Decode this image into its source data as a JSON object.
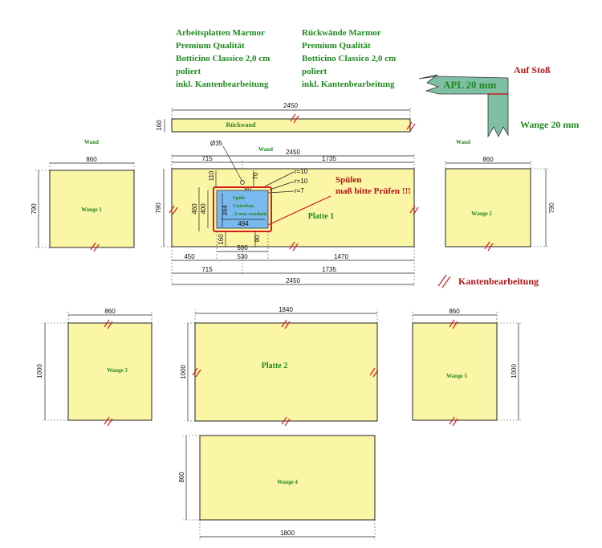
{
  "notes": {
    "arbeitsplatten": [
      "Arbeitsplatten Marmor",
      "Premium Qualität",
      "Botticino Classico 2,0 cm",
      "poliert",
      "inkl. Kantenbearbeitung"
    ],
    "rueckwaende": [
      "Rückwände Marmor",
      "Premium Qualität",
      "Botticino Classico 2,0 cm",
      "poliert",
      "inkl. Kantenbearbeitung"
    ]
  },
  "legend": {
    "auf_stoss": "Auf Stoß",
    "apl": "APL 20 mm",
    "wange": "Wange 20 mm",
    "kanten": "Kantenbearbeitung"
  },
  "colors": {
    "panel_fill": "#fbf5a6",
    "label_green": "#1f8a1f",
    "edge_red": "#d4201c",
    "sink_blue": "#7ab8f0",
    "legend_teal": "#7fbfa3"
  },
  "wall_labels": {
    "left": "Wand",
    "center": "Wand",
    "right": "Wand"
  },
  "panels": {
    "rueckwand": {
      "label": "Rückwand",
      "width": "2450",
      "height": "160"
    },
    "wange1": {
      "label": "Wange 1",
      "width": "860",
      "height": "790"
    },
    "wange2": {
      "label": "Wange 2",
      "width": "860",
      "height": "790"
    },
    "platte1": {
      "label": "Platte 1",
      "height": "790",
      "top_dims": [
        "715",
        "2450",
        "1735"
      ],
      "diameter": "Ø35",
      "radii": [
        "r=10",
        "r=10",
        "r=7"
      ],
      "small_dims": {
        "a": "110",
        "b": "70",
        "c": "160",
        "d": "90"
      },
      "sink_dims": {
        "outer_h": "460",
        "inner_h": "400",
        "cut_h": "394",
        "w494": "494",
        "w500": "500"
      },
      "bottom_dims": {
        "r1": [
          "450",
          "530",
          "1470"
        ],
        "r2": [
          "715",
          "1735"
        ],
        "total": "2450"
      },
      "warning": [
        "Spülen",
        "maß bitte Prüfen !!!"
      ]
    },
    "sink": {
      "lines": [
        "Spüle",
        "Unterbau",
        "-3 mm rundum"
      ]
    },
    "wange3": {
      "label": "Wange 3",
      "width": "860",
      "height": "1000"
    },
    "platte2": {
      "label": "Platte 2",
      "width": "1840",
      "height": "1000"
    },
    "wange5": {
      "label": "Wange 5",
      "width": "860",
      "height": "1000"
    },
    "wange4": {
      "label": "Wange 4",
      "width": "1800",
      "height": "860"
    }
  }
}
